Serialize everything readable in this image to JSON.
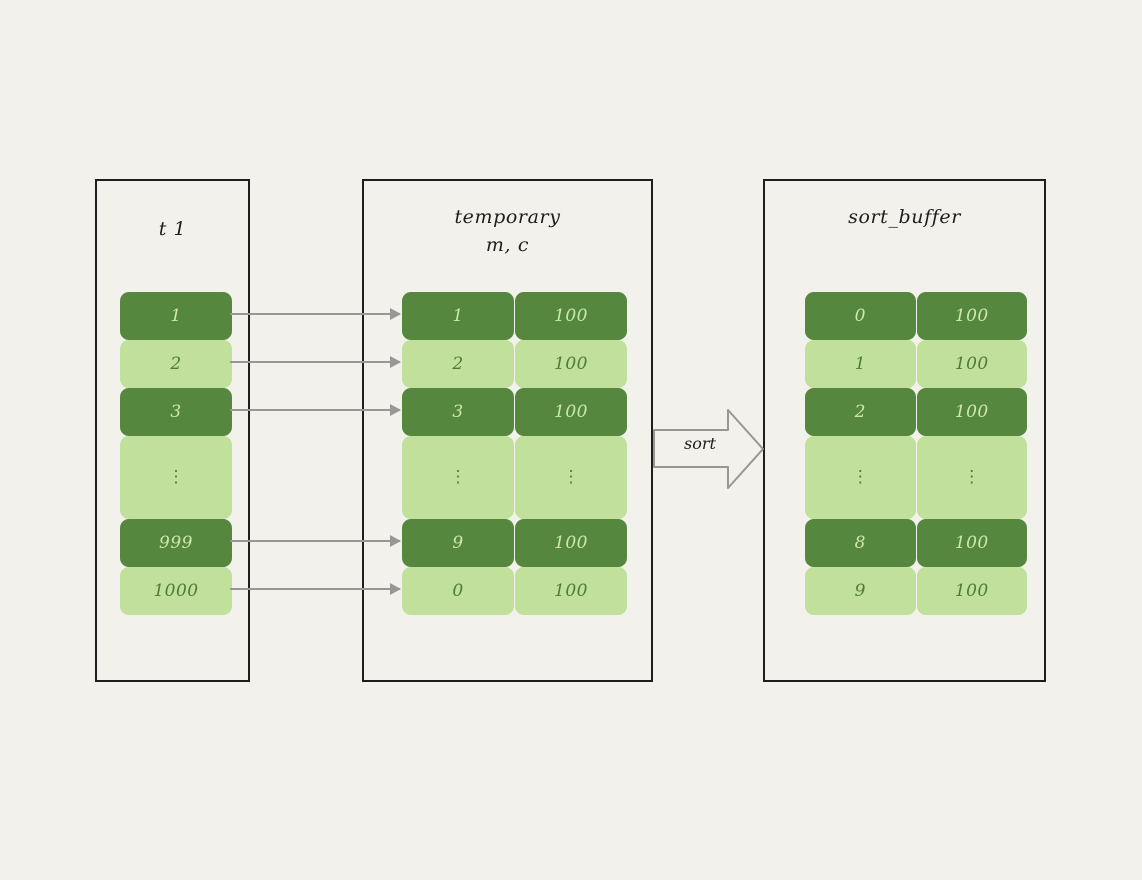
{
  "canvas": {
    "background": "#f2f1eb",
    "stroke": "#1e1e1e",
    "dark_green": "#56873f",
    "light_green": "#c0e09b",
    "arrow_gray": "#999693"
  },
  "boxes": {
    "t1": {
      "title": "t 1",
      "rows": [
        {
          "cells": [
            {
              "text": "1",
              "shade": "dark"
            }
          ]
        },
        {
          "cells": [
            {
              "text": "2",
              "shade": "light"
            }
          ]
        },
        {
          "cells": [
            {
              "text": "3",
              "shade": "dark"
            }
          ]
        },
        {
          "cells": [
            {
              "text": "⋮",
              "shade": "light",
              "ellipsis": true
            }
          ]
        },
        {
          "cells": [
            {
              "text": "999",
              "shade": "dark"
            }
          ]
        },
        {
          "cells": [
            {
              "text": "1000",
              "shade": "light"
            }
          ]
        }
      ]
    },
    "temporary": {
      "title": "temporary\nm, c",
      "rows": [
        {
          "cells": [
            {
              "text": "1",
              "shade": "dark"
            },
            {
              "text": "100",
              "shade": "dark"
            }
          ]
        },
        {
          "cells": [
            {
              "text": "2",
              "shade": "light"
            },
            {
              "text": "100",
              "shade": "light"
            }
          ]
        },
        {
          "cells": [
            {
              "text": "3",
              "shade": "dark"
            },
            {
              "text": "100",
              "shade": "dark"
            }
          ]
        },
        {
          "cells": [
            {
              "text": "⋮",
              "shade": "light",
              "ellipsis": true
            },
            {
              "text": "⋮",
              "shade": "light",
              "ellipsis": true
            }
          ]
        },
        {
          "cells": [
            {
              "text": "9",
              "shade": "dark"
            },
            {
              "text": "100",
              "shade": "dark"
            }
          ]
        },
        {
          "cells": [
            {
              "text": "0",
              "shade": "light"
            },
            {
              "text": "100",
              "shade": "light"
            }
          ]
        }
      ]
    },
    "sort_buffer": {
      "title": "sort_buffer",
      "rows": [
        {
          "cells": [
            {
              "text": "0",
              "shade": "dark"
            },
            {
              "text": "100",
              "shade": "dark"
            }
          ]
        },
        {
          "cells": [
            {
              "text": "1",
              "shade": "light"
            },
            {
              "text": "100",
              "shade": "light"
            }
          ]
        },
        {
          "cells": [
            {
              "text": "2",
              "shade": "dark"
            },
            {
              "text": "100",
              "shade": "dark"
            }
          ]
        },
        {
          "cells": [
            {
              "text": "⋮",
              "shade": "light",
              "ellipsis": true
            },
            {
              "text": "⋮",
              "shade": "light",
              "ellipsis": true
            }
          ]
        },
        {
          "cells": [
            {
              "text": "8",
              "shade": "dark"
            },
            {
              "text": "100",
              "shade": "dark"
            }
          ]
        },
        {
          "cells": [
            {
              "text": "9",
              "shade": "light"
            },
            {
              "text": "100",
              "shade": "light"
            }
          ]
        }
      ]
    }
  },
  "sort_arrow": {
    "label": "sort"
  },
  "connectors": [
    {
      "from_row": 0,
      "to_row": 0
    },
    {
      "from_row": 1,
      "to_row": 1
    },
    {
      "from_row": 2,
      "to_row": 2
    },
    {
      "from_row": 4,
      "to_row": 4
    },
    {
      "from_row": 5,
      "to_row": 5
    }
  ]
}
